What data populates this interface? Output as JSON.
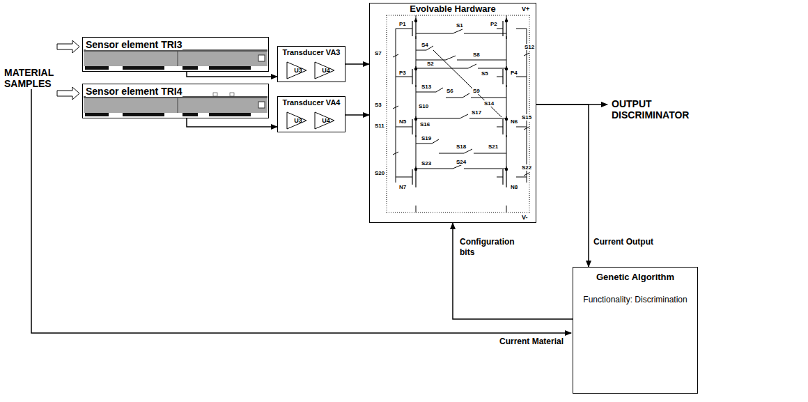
{
  "diagram": {
    "nodes": [
      {
        "text": [
          "Sensor element TRI3"
        ]
      },
      {
        "text": [
          "Sensor element TRI4"
        ]
      },
      {
        "text": [
          "Transducer VA3"
        ]
      },
      {
        "text": [
          "U3"
        ],
        "in": 2
      },
      {
        "text": [
          "U4"
        ],
        "in": 2
      },
      {
        "text": [
          "Transducer VA4"
        ]
      },
      {
        "text": [
          "U3"
        ],
        "in": 5
      },
      {
        "text": [
          "U4"
        ],
        "in": 5
      },
      {
        "text": [
          "Evolvable Hardware"
        ]
      },
      {
        "text": [
          "Genetic Algorithm",
          "Functionality: Discrimination"
        ]
      }
    ],
    "edges": [
      {
        "from": 0,
        "to": 2,
        "arrow": "to"
      },
      {
        "from": 1,
        "to": 5,
        "arrow": "to"
      },
      {
        "from": 2,
        "to": 8,
        "arrow": "to"
      },
      {
        "from": 5,
        "to": 8,
        "arrow": "to"
      },
      {
        "from": 8,
        "to": 9,
        "arrow": "to",
        "label": "Current Output"
      },
      {
        "from": 9,
        "to": 8,
        "arrow": "to",
        "label": "Configuration bits"
      }
    ],
    "labels": [
      "MATERIAL SAMPLES",
      "OUTPUT DISCRIMINATOR",
      "Current Material",
      "V+",
      "P1",
      "S1",
      "P2",
      "S7",
      "S4",
      "S12",
      "S8",
      "S2",
      "S5",
      "S3",
      "P3",
      "P4",
      "S13",
      "S6",
      "S9",
      "S14",
      "S10",
      "S16",
      "S17",
      "S11",
      "N5",
      "N6",
      "S15",
      "S19",
      "S18",
      "S21",
      "S20",
      "S23",
      "S24",
      "S22",
      "N7",
      "N8",
      "V-"
    ]
  }
}
